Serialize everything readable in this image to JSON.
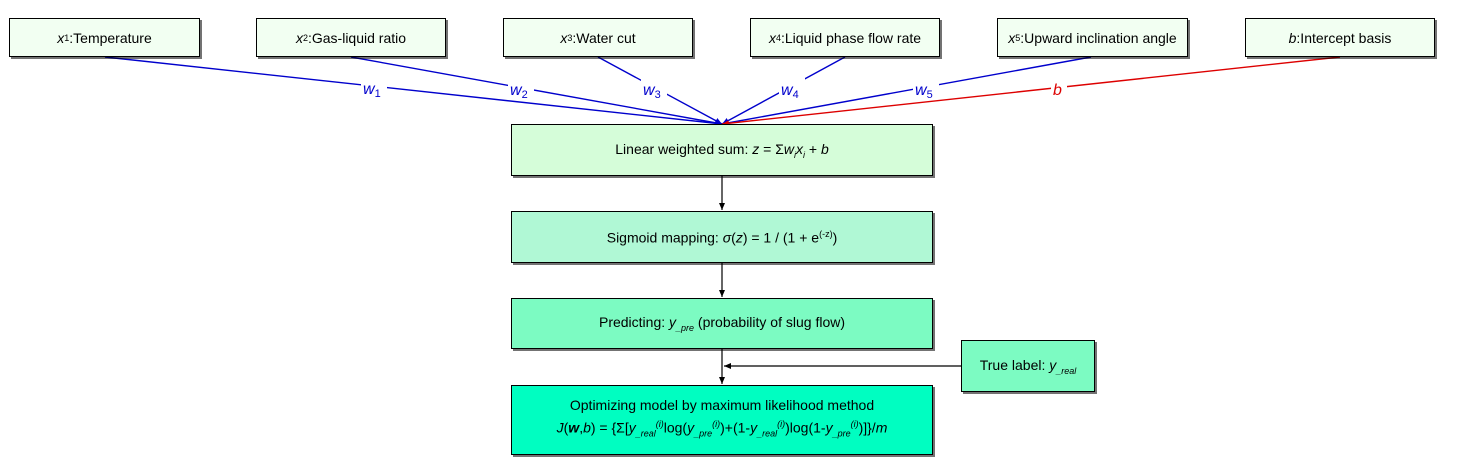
{
  "inputs": [
    {
      "var": "x",
      "sub": "1",
      "label": ":Temperature"
    },
    {
      "var": "x",
      "sub": "2",
      "label": ":Gas-liquid ratio"
    },
    {
      "var": "x",
      "sub": "3",
      "label": ":Water cut"
    },
    {
      "var": "x",
      "sub": "4",
      "label": ":Liquid phase flow rate"
    },
    {
      "var": "x",
      "sub": "5",
      "label": ":Upward inclination angle"
    }
  ],
  "intercept": {
    "var": "b",
    "label": ":Intercept basis"
  },
  "weights": [
    {
      "w": "w",
      "sub": "1"
    },
    {
      "w": "w",
      "sub": "2"
    },
    {
      "w": "w",
      "sub": "3"
    },
    {
      "w": "w",
      "sub": "4"
    },
    {
      "w": "w",
      "sub": "5"
    }
  ],
  "bias_label": "b",
  "steps": {
    "sum": {
      "prefix": "Linear weighted sum: ",
      "z": "z",
      "eq": " = Σ",
      "w": "w",
      "wsub": "i",
      "x": "x",
      "xsub": "i",
      "plus": " + ",
      "b": "b"
    },
    "sigmoid": {
      "prefix": "Sigmoid mapping: ",
      "sigma": "σ",
      "open": "(",
      "z": "z",
      "rest": ") = 1 / (1 + e",
      "exp": "(-z)",
      "close": ")"
    },
    "predict": {
      "prefix": "Predicting: ",
      "y": "y",
      "sub": "_pre",
      "rest": " (probability of slug flow)"
    },
    "optimize": {
      "line1": "Optimizing model by maximum likelihood method",
      "J": "J",
      "wb_w": "w",
      "wb_b": "b",
      "p1": " = {Σ[",
      "y1": "y",
      "y1sub": "_real",
      "sup1": "(i)",
      "log1": "log(",
      "y2": "y",
      "y2sub": "_pre",
      "sup2": "(i)",
      "p2": ")+(1-",
      "y3": "y",
      "y3sub": "_real",
      "sup3": "(i)",
      "log2": ")log(1-",
      "y4": "y",
      "y4sub": "_pre",
      "sup4": "(i)",
      "p3": ")]}/",
      "m": "m"
    }
  },
  "true_label": {
    "prefix": "True label: ",
    "y": "y",
    "sub": "_real"
  },
  "colors": {
    "weight_line": "#0000cc",
    "bias_line": "#dd0000",
    "input_fill": "#f2fff2",
    "sum_fill": "#d5fdd9",
    "sigmoid_fill": "#b0f8d5",
    "predict_fill": "#7cfbc2",
    "optimize_fill": "#00fec1",
    "label_fill": "#7cfbc2"
  }
}
